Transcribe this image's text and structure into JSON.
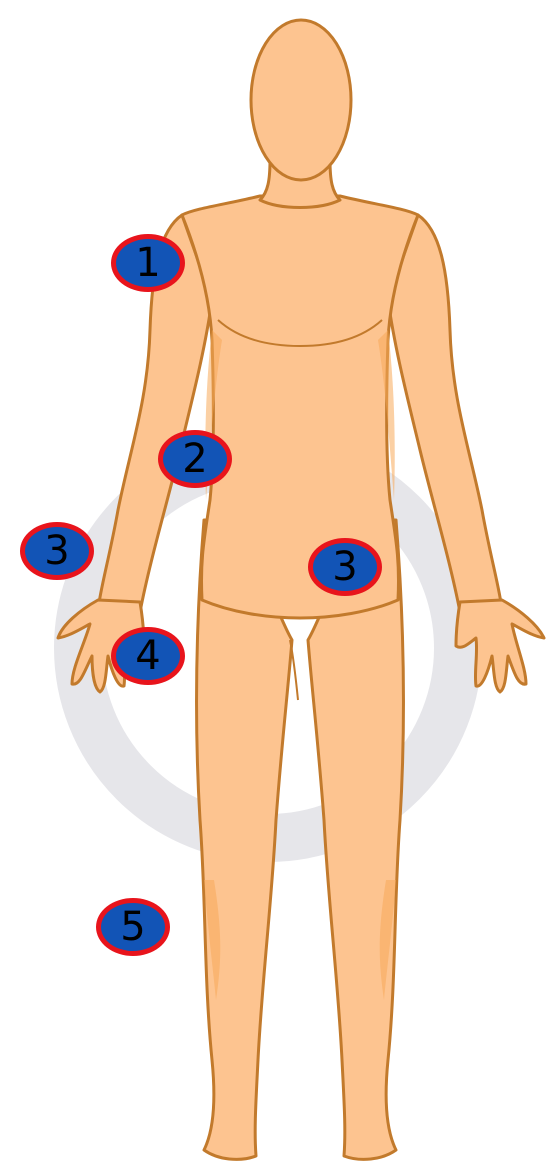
{
  "colors": {
    "skin": "#fdc490",
    "skin_shadow": "#f7a95a",
    "outline": "#c27a2c",
    "ring": "#e6e6ea",
    "marker_fill": "#1254b6",
    "marker_border": "#e8141c"
  },
  "markers": [
    {
      "label": "1"
    },
    {
      "label": "2"
    },
    {
      "label": "3"
    },
    {
      "label": "3"
    },
    {
      "label": "4"
    },
    {
      "label": "5"
    }
  ]
}
